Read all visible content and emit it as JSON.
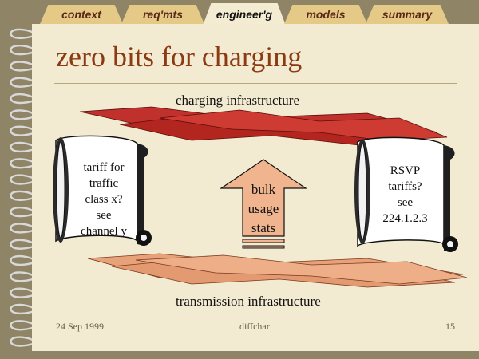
{
  "tabs": [
    {
      "label": "context"
    },
    {
      "label": "req'mts"
    },
    {
      "label": "engineer'g"
    },
    {
      "label": "models"
    },
    {
      "label": "summary"
    }
  ],
  "active_tab": "engineer'g",
  "slide": {
    "title": "zero bits for charging",
    "charging_label": "charging infrastructure",
    "transmission_label": "transmission infrastructure",
    "left_scroll": [
      "tariff for",
      "traffic",
      "class x?",
      "see",
      "channel y"
    ],
    "right_scroll": [
      "RSVP",
      "tariffs?",
      "see",
      "224.1.2.3"
    ],
    "arrow": [
      "bulk",
      "usage",
      "stats"
    ]
  },
  "footer": {
    "date": "24 Sep 1999",
    "file": "diffchar",
    "page": "15"
  },
  "colors": {
    "title": "#8b3a12",
    "charging_band": "#c0302c",
    "transmission_band": "#e8a27a",
    "arrow": "#f0b48e",
    "page": "#f2ebd2",
    "tab": "#e5c987"
  }
}
